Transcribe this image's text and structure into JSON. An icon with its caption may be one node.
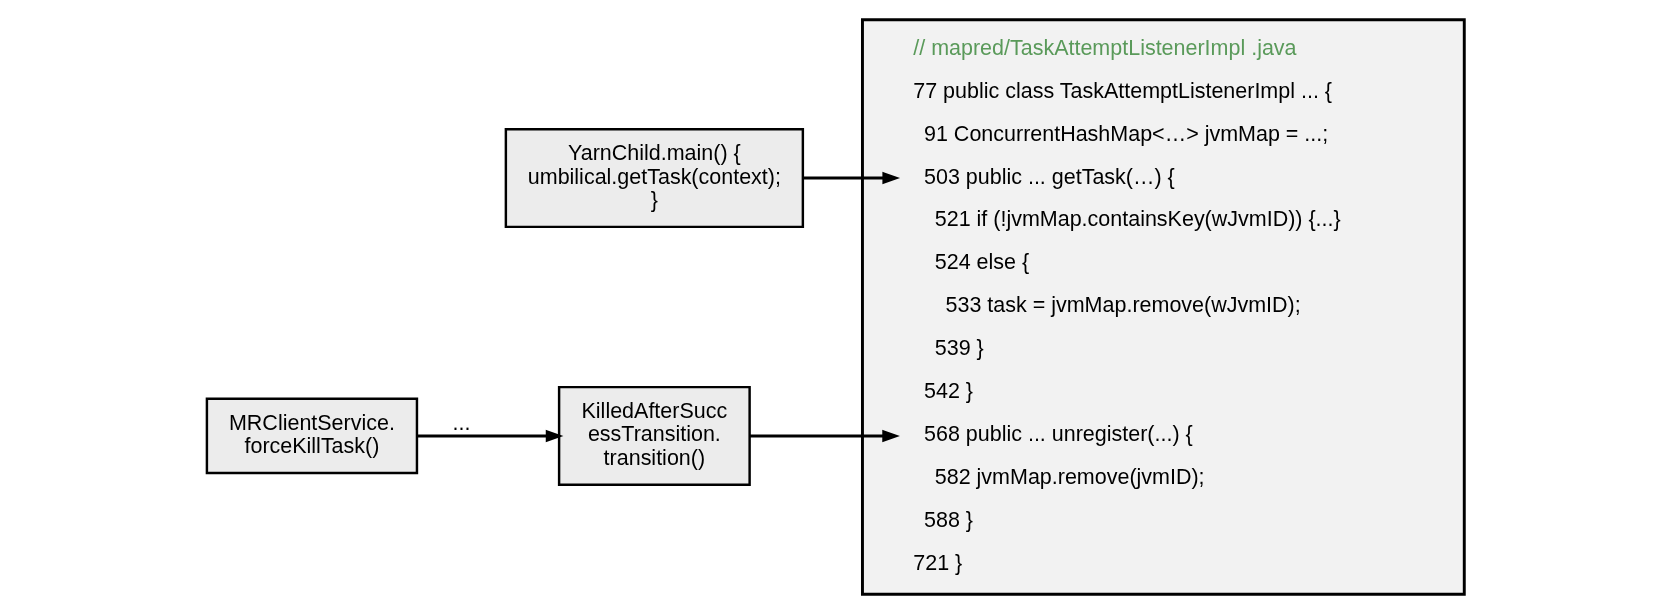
{
  "diagram": {
    "nodes": [
      {
        "text": [
          "YarnChild.main() { umbilical.getTask(context); }"
        ]
      },
      {
        "text": [
          "MRClientService. forceKillTask()"
        ]
      },
      {
        "text": [
          "KilledAfterSuccessTransition. transition()"
        ]
      },
      {
        "text": [],
        "shape": "box"
      },
      {
        "text": [
          "// mapred/TaskAttemptListenerImpl .java"
        ],
        "in": 3
      },
      {
        "text": [
          "77 public class TaskAttemptListenerImpl ... {"
        ],
        "in": 3
      },
      {
        "text": [
          "91 ConcurrentHashMap<…> jvmMap = ...;"
        ],
        "in": 3
      },
      {
        "text": [
          "503 public ... getTask(…) {"
        ],
        "in": 3
      },
      {
        "text": [
          "521 if (!jvmMap.containsKey(wJvmID)) {...}"
        ],
        "in": 3
      },
      {
        "text": [
          "524 else {"
        ],
        "in": 3
      },
      {
        "text": [
          "533 task = jvmMap.remove(wJvmID);"
        ],
        "in": 3
      },
      {
        "text": [
          "539 }"
        ],
        "in": 3
      },
      {
        "text": [
          "542 }"
        ],
        "in": 3
      },
      {
        "text": [
          "568 public ... unregister(...) {"
        ],
        "in": 3
      },
      {
        "text": [
          "582 jvmMap.remove(jvmID);"
        ],
        "in": 3
      },
      {
        "text": [
          "588 }"
        ],
        "in": 3
      },
      {
        "text": [
          "721 }"
        ],
        "in": 3
      }
    ],
    "edges": [
      {
        "from": 0,
        "to": 7,
        "arrow": "to"
      },
      {
        "from": 1,
        "to": 2,
        "arrow": "to",
        "label": "..."
      },
      {
        "from": 2,
        "to": 13,
        "arrow": "to"
      }
    ]
  }
}
